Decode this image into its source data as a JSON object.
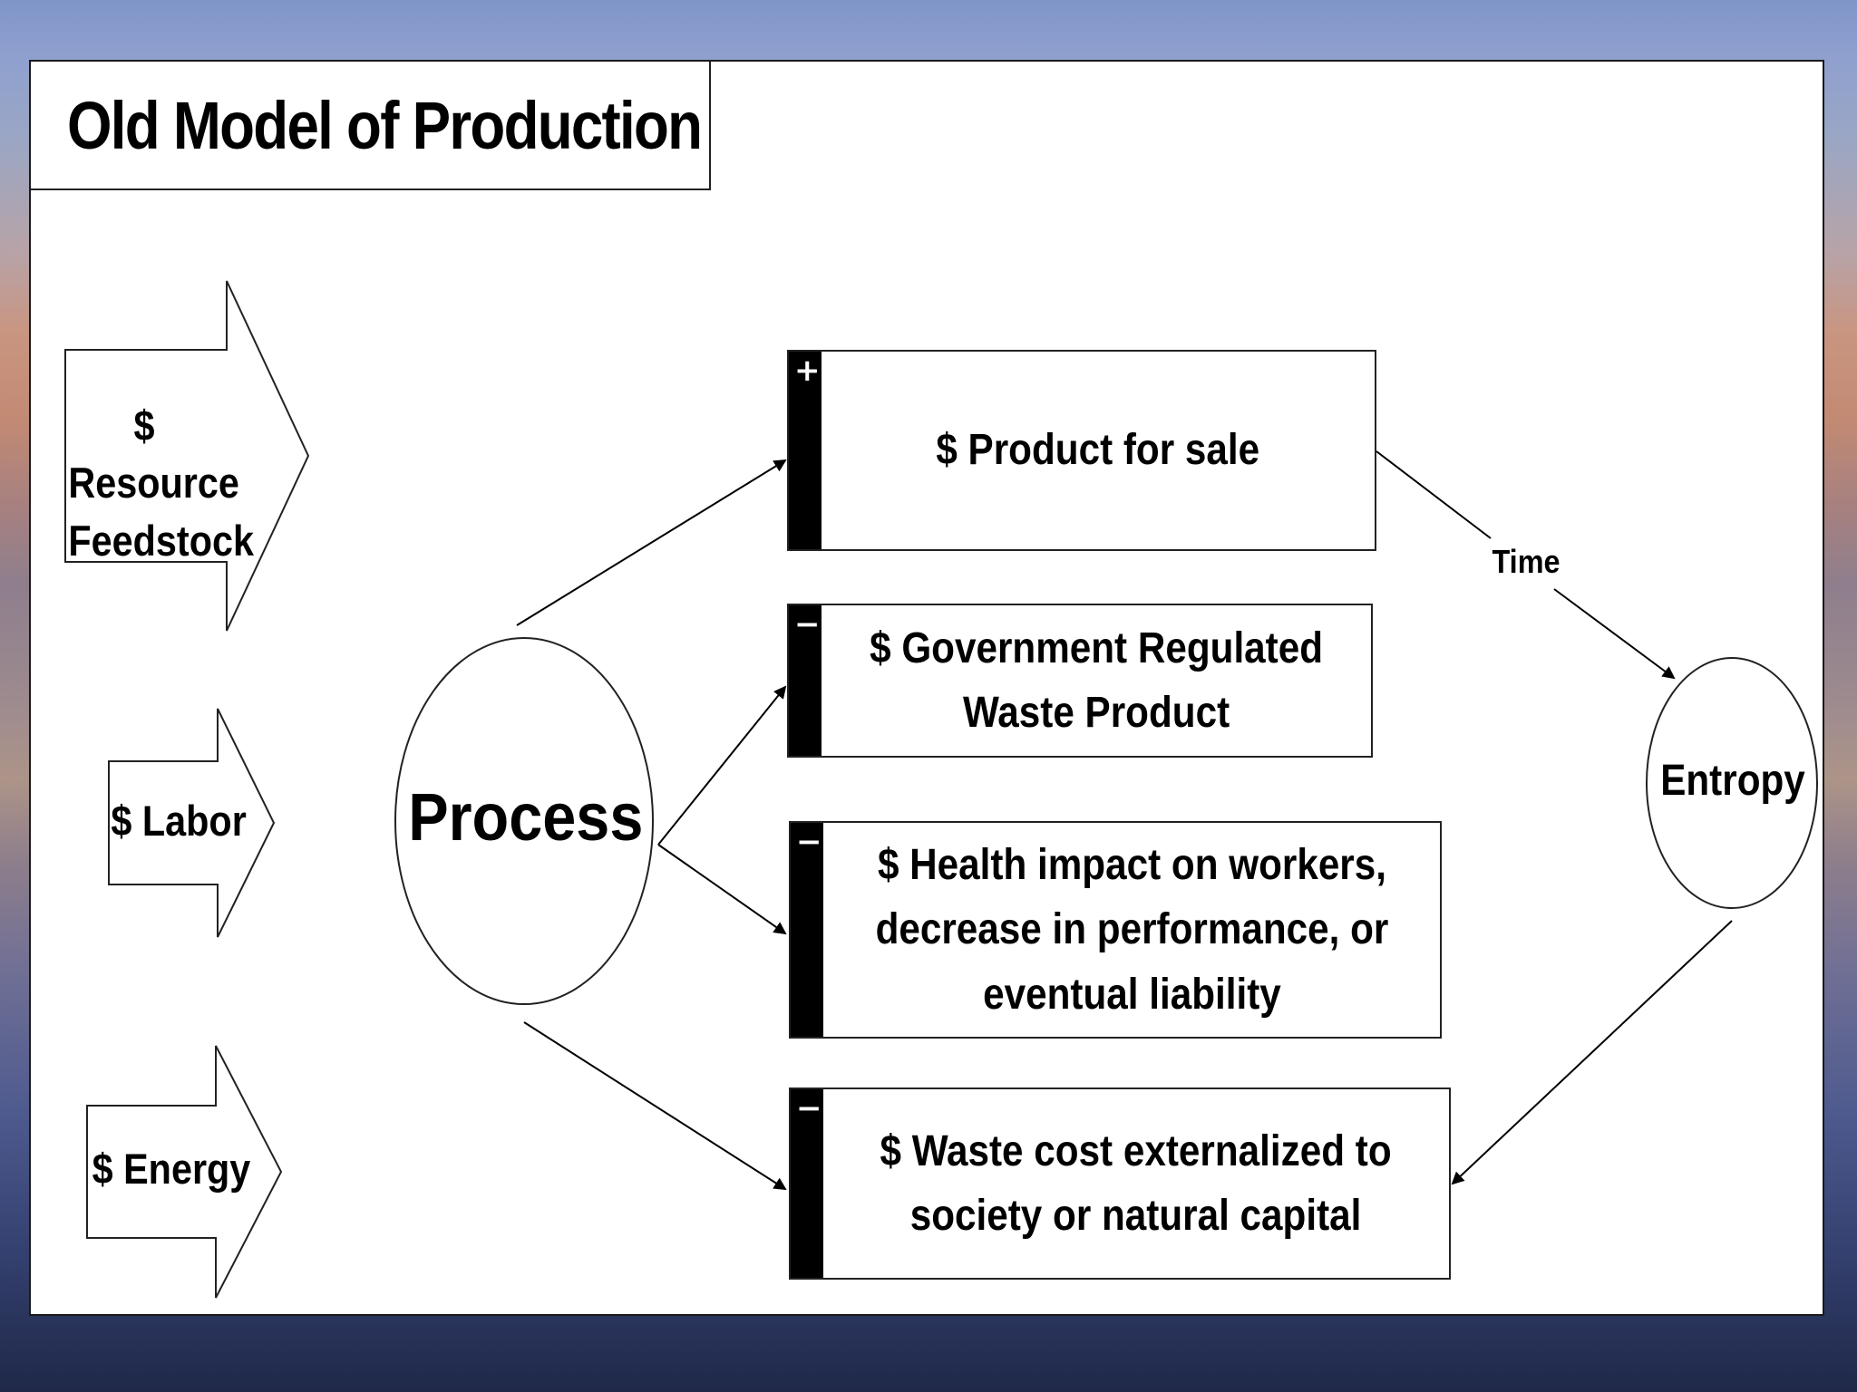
{
  "title": "Old Model of Production",
  "inputs": {
    "resource": "$ Resource\nFeedstock",
    "labor": "$ Labor",
    "energy": "$ Energy"
  },
  "process": "Process",
  "outputs": [
    {
      "sign": "+",
      "label": "$ Product for sale"
    },
    {
      "sign": "−",
      "label": "$ Government Regulated\nWaste Product"
    },
    {
      "sign": "−",
      "label": "$ Health impact on workers,\ndecrease in performance, or\neventual liability"
    },
    {
      "sign": "−",
      "label": "$ Waste cost externalized to\nsociety or natural capital"
    }
  ],
  "time_label": "Time",
  "entropy": "Entropy"
}
